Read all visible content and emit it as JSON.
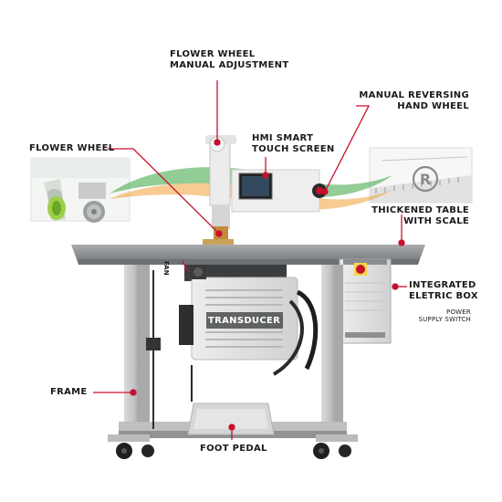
{
  "labels": {
    "flower_wheel_adjust_line1": "FLOWER WHEEL",
    "flower_wheel_adjust_line2": "MANUAL ADJUSTMENT",
    "manual_reversing_line1": "MANUAL REVERSING",
    "manual_reversing_line2": "HAND WHEEL",
    "hmi_line1": "HMI SMART",
    "hmi_line2": "TOUCH SCREEN",
    "flower_wheel": "FLOWER WHEEL",
    "thickened_table_line1": "THICKENED TABLE",
    "thickened_table_line2": "WITH SCALE",
    "integrated_box_line1": "INTEGRATED",
    "integrated_box_line2": "ELETRIC BOX",
    "power_switch_line1": "POWER",
    "power_switch_line2": "SUPPLY SWITCH",
    "fan": "FAN",
    "transducer": "TRANSDUCER",
    "frame": "FRAME",
    "foot_pedal": "FOOT PEDAL"
  },
  "colors": {
    "callout_red": "#c8102e",
    "frame_gray": "#b5b7b9",
    "table_gray": "#8e9194",
    "watermark_green": "#3aa640",
    "watermark_orange": "#f2a23a"
  },
  "icons": {
    "registered": "registered-mark-icon"
  }
}
